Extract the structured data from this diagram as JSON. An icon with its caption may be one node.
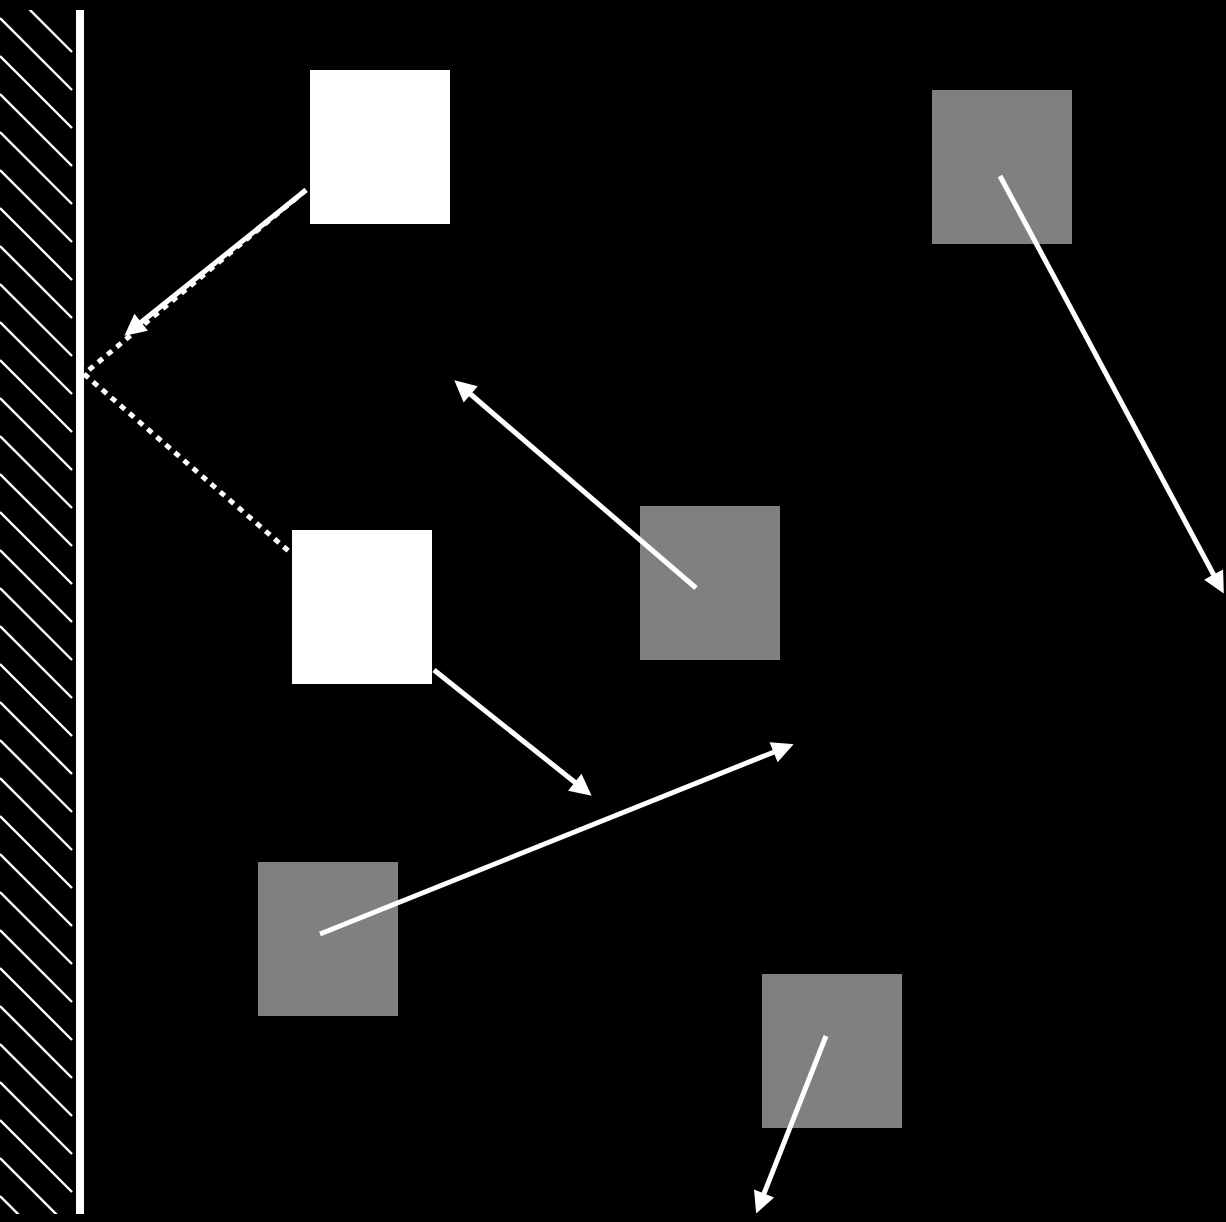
{
  "diagram": {
    "nodes": [
      {
        "text": [],
        "shape": "bar"
      },
      {
        "text": [],
        "shape": "box"
      },
      {
        "text": [],
        "shape": "box"
      },
      {
        "text": [],
        "shape": "box"
      },
      {
        "text": [],
        "shape": "box"
      },
      {
        "text": [],
        "shape": "box"
      },
      {
        "text": [],
        "shape": "box"
      }
    ],
    "edges": [
      {
        "from": 1,
        "to": null,
        "arrow": "to"
      },
      {
        "from": 1,
        "to": 0,
        "arrow": "none",
        "style": "dashed"
      },
      {
        "from": 0,
        "to": 4,
        "arrow": "none",
        "style": "dashed"
      },
      {
        "from": 4,
        "to": null,
        "arrow": "to"
      },
      {
        "from": 2,
        "to": null,
        "arrow": "to"
      },
      {
        "from": 3,
        "to": null,
        "arrow": "to"
      },
      {
        "from": 5,
        "to": null,
        "arrow": "to"
      },
      {
        "from": 6,
        "to": null,
        "arrow": "to"
      }
    ]
  }
}
